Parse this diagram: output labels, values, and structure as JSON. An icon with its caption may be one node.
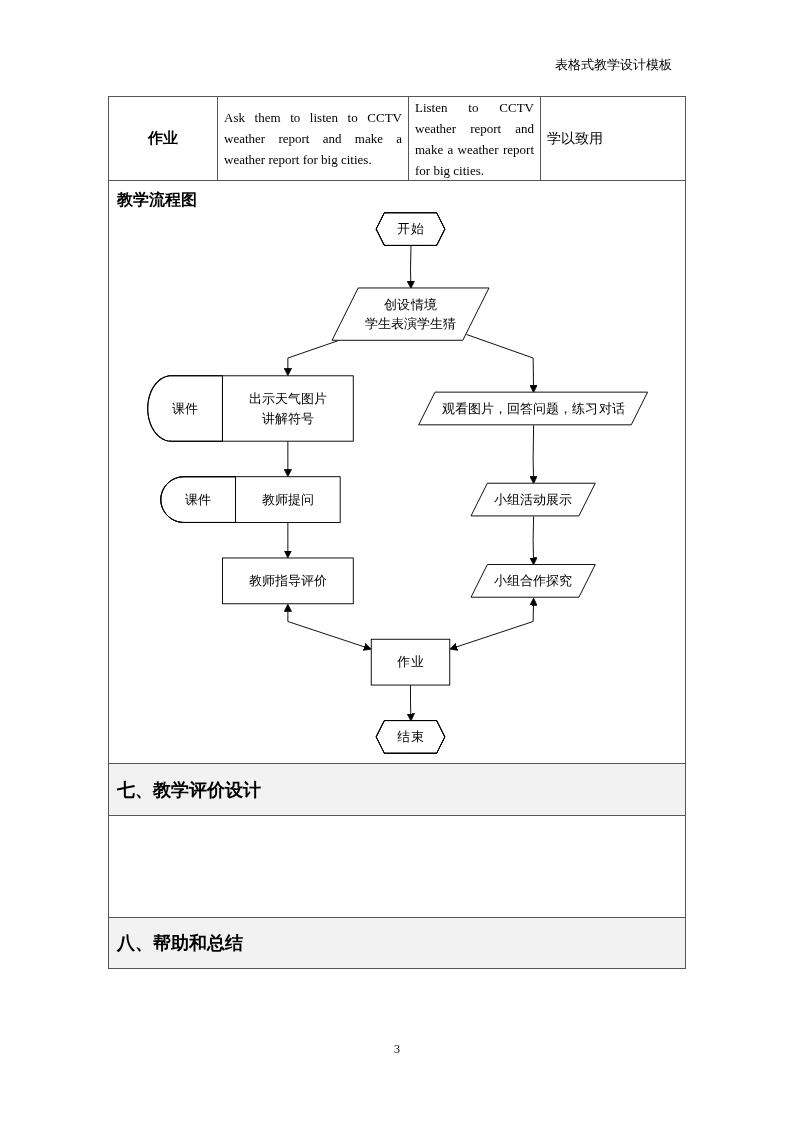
{
  "diagram": {
    "title": "教学流程图",
    "nodes": [
      {
        "text": [
          "开始"
        ]
      },
      {
        "text": [
          "创设情境",
          "学生表演学生猜"
        ]
      },
      {
        "text": [
          "课件"
        ]
      },
      {
        "text": [
          "出示天气图片",
          "讲解符号"
        ]
      },
      {
        "text": [
          "观看图片，回答问题，练习对话"
        ]
      },
      {
        "text": [
          "课件"
        ]
      },
      {
        "text": [
          "教师提问"
        ]
      },
      {
        "text": [
          "小组活动展示"
        ]
      },
      {
        "text": [
          "教师指导评价"
        ]
      },
      {
        "text": [
          "小组合作探究"
        ]
      },
      {
        "text": [
          "作业"
        ]
      },
      {
        "text": [
          "结束"
        ]
      }
    ],
    "edges": [
      {
        "from": 0,
        "to": 1,
        "arrow": "to"
      },
      {
        "from": 1,
        "to": 3,
        "arrow": "to"
      },
      {
        "from": 1,
        "to": 4,
        "arrow": "to"
      },
      {
        "from": 3,
        "to": 6,
        "arrow": "to"
      },
      {
        "from": 4,
        "to": 7,
        "arrow": "to"
      },
      {
        "from": 6,
        "to": 8,
        "arrow": "to"
      },
      {
        "from": 7,
        "to": 9,
        "arrow": "to"
      },
      {
        "from": 8,
        "to": 10,
        "arrow": "both"
      },
      {
        "from": 9,
        "to": 10,
        "arrow": "both"
      },
      {
        "from": 10,
        "to": 11,
        "arrow": "to"
      }
    ],
    "labels": [
      "表格式教学设计模板",
      "作业",
      "Ask them to listen to CCTV weather report and make a weather report for big cities.",
      "Listen to CCTV weather report and make a weather report for big cities.",
      "学以致用",
      "七、教学评价设计",
      "八、帮助和总结",
      "3"
    ]
  }
}
